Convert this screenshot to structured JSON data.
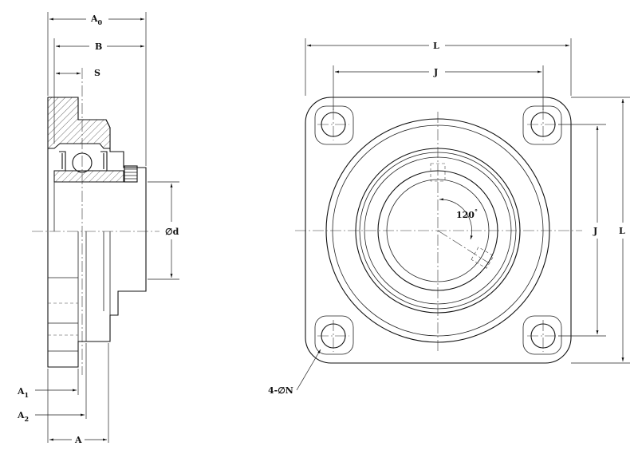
{
  "labels": {
    "A0": {
      "main": "A",
      "sub": "0"
    },
    "B": "B",
    "S": "S",
    "d": "∅d",
    "A1": {
      "main": "A",
      "sub": "1"
    },
    "A2": {
      "main": "A",
      "sub": "2"
    },
    "A": "A",
    "L_top": "L",
    "J_top": "J",
    "J_right": "J",
    "L_right": "L",
    "angle": "120",
    "holes": "4-∅N"
  },
  "colors": {
    "line": "#111111",
    "background": "#ffffff"
  }
}
